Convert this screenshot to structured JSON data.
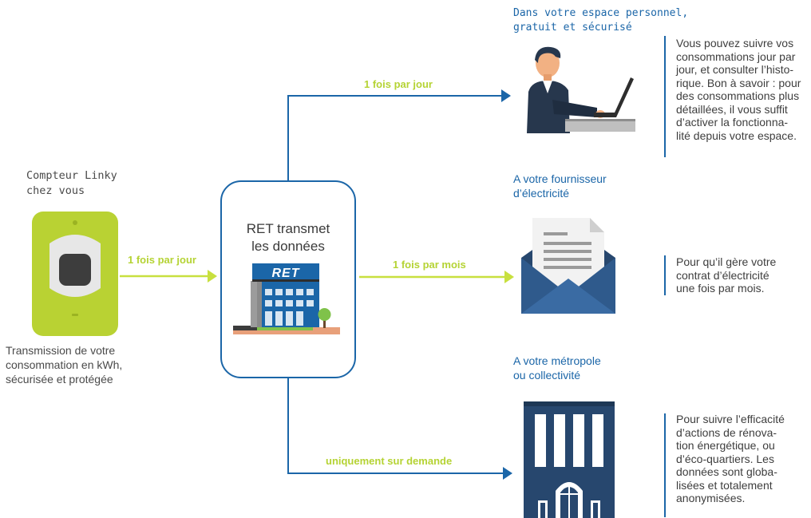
{
  "meter": {
    "title_line1": "Compteur Linky",
    "title_line2": "chez vous",
    "caption_line1": "Transmission de votre",
    "caption_line2": "consommation en kWh,",
    "caption_line3": "sécurisée et protégée"
  },
  "ret": {
    "title_line1": "RET transmet",
    "title_line2": "les données",
    "logo_text": "RET"
  },
  "arrows": {
    "meter_to_ret": "1 fois par jour",
    "to_personal_space": "1 fois par jour",
    "to_supplier": "1 fois par mois",
    "to_metropole": "uniquement sur demande"
  },
  "destinations": {
    "personal": {
      "title_line1": "Dans votre espace personnel,",
      "title_line2": "gratuit et sécurisé",
      "text_lines": [
        "Vous pouvez suivre vos",
        "consommations jour par",
        "jour, et consulter l’histo-",
        "rique. Bon à savoir : pour",
        "des consommations plus",
        "détaillées, il vous suffit",
        "d’activer la fonctionna-",
        "lité depuis votre espace."
      ]
    },
    "supplier": {
      "title_line1": "A votre fournisseur",
      "title_line2": "d’électricité",
      "text_lines": [
        "Pour qu’il gère votre",
        "contrat d’électricité",
        "une fois par mois."
      ]
    },
    "metropole": {
      "title_line1": "A votre métropole",
      "title_line2": "ou collectivité",
      "text_lines": [
        "Pour suivre l’efficacité",
        "d’actions de rénova-",
        "tion énergétique, ou",
        "d’éco-quartiers. Les",
        "données sont globa-",
        "lisées et totalement",
        "anonymisées."
      ]
    }
  },
  "colors": {
    "blue": "#1b66a8",
    "green": "#b5d334",
    "text_grey": "#4a4a4a"
  }
}
